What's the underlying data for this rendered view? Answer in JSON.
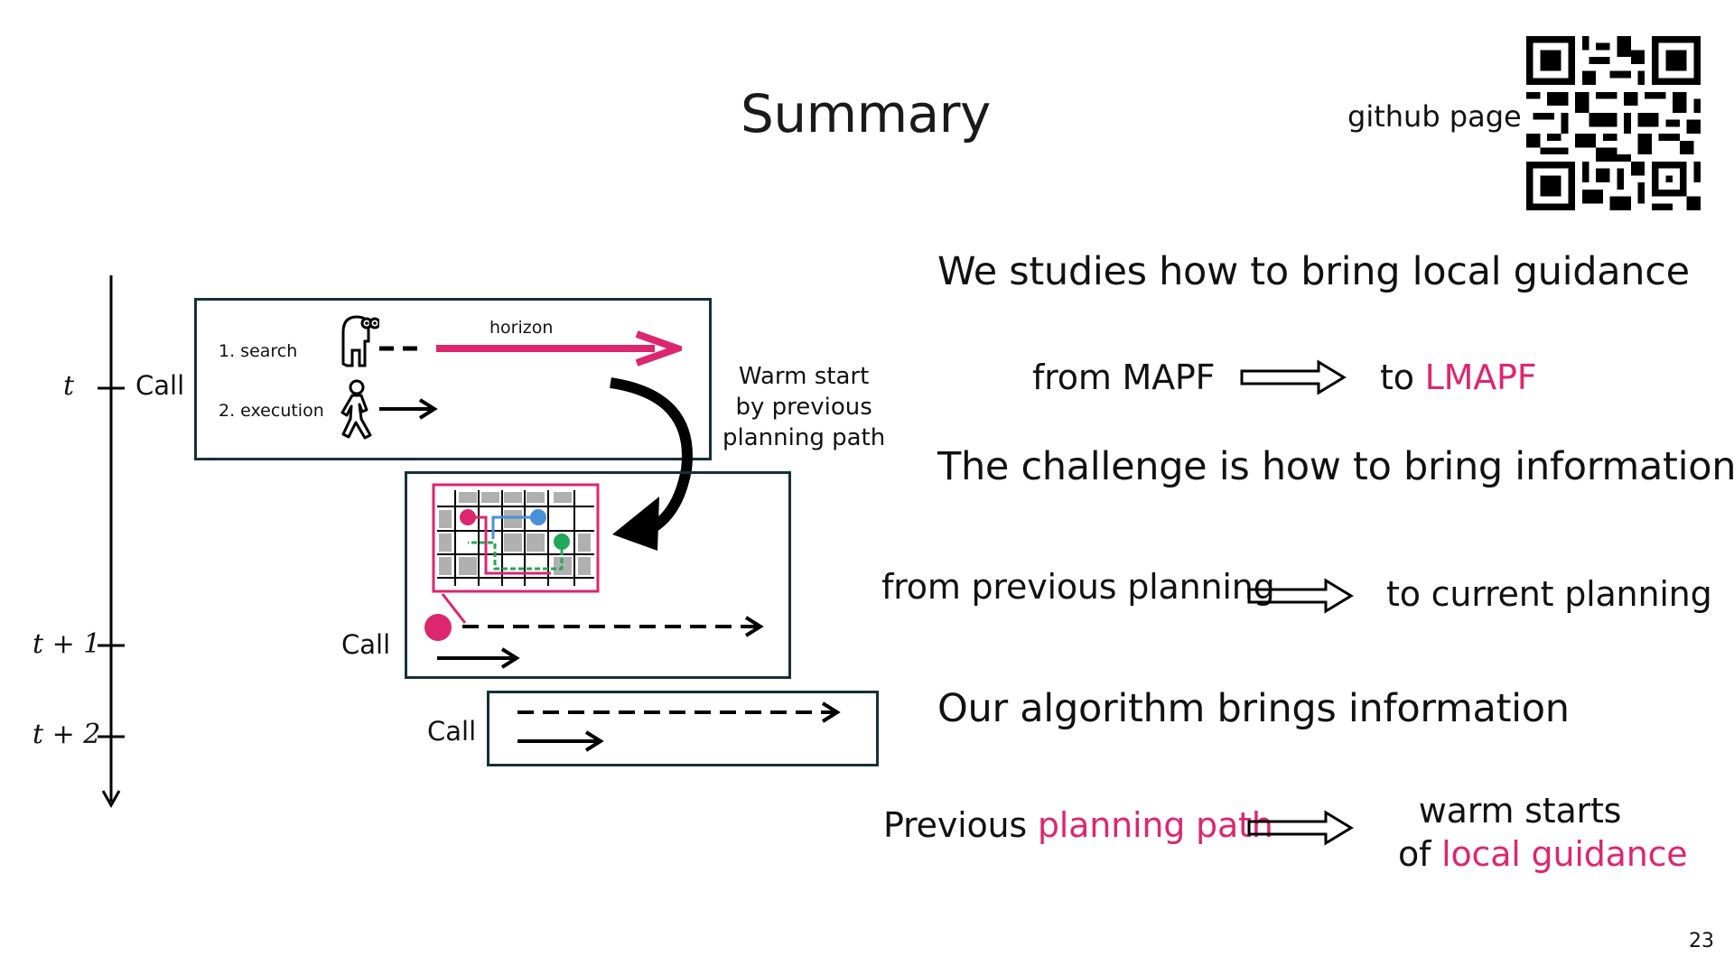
{
  "slide": {
    "title": "Summary",
    "github_label": "github page",
    "page_number": "23"
  },
  "statements": [
    {
      "text": "We studies how to bring local guidance"
    },
    {
      "text": "The challenge is how to bring information"
    },
    {
      "text": "Our algorithm brings information"
    }
  ],
  "flows": {
    "f1": {
      "left": "from MAPF",
      "right_prefix": "to ",
      "right_highlight": "LMAPF"
    },
    "f2": {
      "left": "from previous planning",
      "right": "to current planning"
    },
    "f3": {
      "left_prefix": "Previous ",
      "left_highlight": "planning path",
      "right_line1": "warm starts",
      "right_line2_prefix": "of ",
      "right_line2_highlight": "local guidance"
    }
  },
  "diagram": {
    "tick_t": "t",
    "tick_t1": "t + 1",
    "tick_t2": "t + 2",
    "call": "Call",
    "search": "1. search",
    "execution": "2. execution",
    "horizon": "horizon",
    "warm_start": [
      "Warm start",
      "by previous",
      "planning path"
    ]
  },
  "colors": {
    "accent": "#dd2670",
    "box_border": "#16303a",
    "blue": "#4a90d9",
    "green": "#22a85a",
    "gray_cell": "#b0b0b0"
  },
  "icons": [
    "elephant-binoculars-icon",
    "walking-person-icon",
    "qr-code-icon"
  ]
}
